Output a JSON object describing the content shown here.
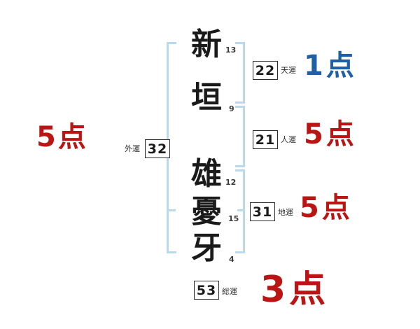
{
  "diagram": {
    "kind": "japanese-name-fortune-chart",
    "name_characters": [
      {
        "char": "新",
        "strokes": "13"
      },
      {
        "char": "垣",
        "strokes": "9"
      },
      {
        "char": "雄",
        "strokes": "12"
      },
      {
        "char": "憂",
        "strokes": "15"
      },
      {
        "char": "牙",
        "strokes": "4"
      }
    ],
    "fortunes": {
      "gaiun": {
        "label": "外運",
        "value": "32",
        "score": "5点",
        "score_color": "#bb1414"
      },
      "tenun": {
        "label": "天運",
        "value": "22",
        "score": "1点",
        "score_color": "#1f5fa8"
      },
      "jinun": {
        "label": "人運",
        "value": "21",
        "score": "5点",
        "score_color": "#bb1414"
      },
      "chiun": {
        "label": "地運",
        "value": "31",
        "score": "5点",
        "score_color": "#bb1414"
      },
      "soun": {
        "label": "総運",
        "value": "53",
        "score": "3点",
        "score_color": "#bb1414"
      }
    },
    "colors": {
      "bracket": "#b9d9ed",
      "ink": "#1a1a1a",
      "red": "#bb1414",
      "blue": "#1f5fa8"
    }
  }
}
